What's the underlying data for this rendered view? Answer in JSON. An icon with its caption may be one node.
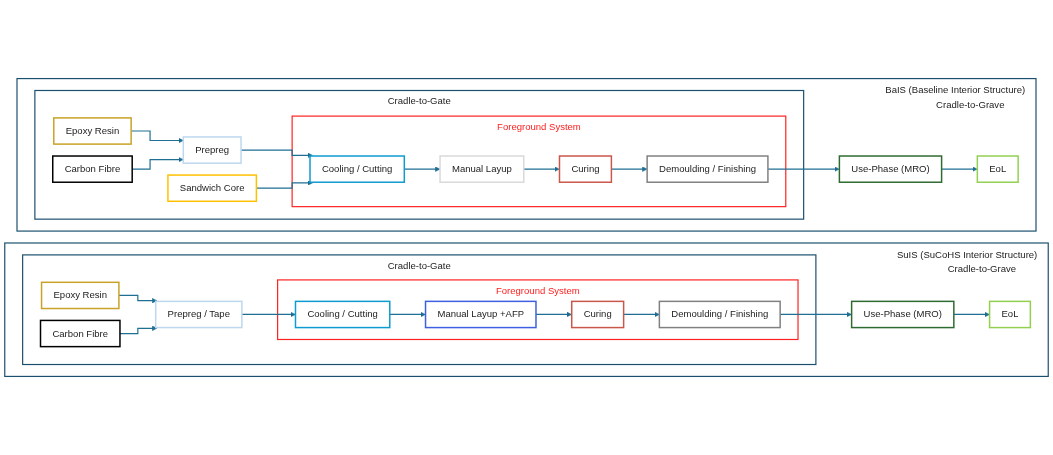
{
  "diagram": {
    "nodes": [
      {
        "text": [
          "BaIS (Baseline Interior Structure)",
          "Cradle-to-Grave"
        ]
      },
      {
        "text": [
          "Cradle-to-Gate"
        ],
        "in": 0
      },
      {
        "text": [
          "Epoxy Resin"
        ],
        "in": 1
      },
      {
        "text": [
          "Carbon Fibre"
        ],
        "in": 1
      },
      {
        "text": [
          "Sandwich Core"
        ],
        "in": 1
      },
      {
        "text": [
          "Prepreg"
        ],
        "in": 1
      },
      {
        "text": [
          "Foreground System"
        ],
        "in": 1
      },
      {
        "text": [
          "Cooling / Cutting"
        ],
        "in": 6
      },
      {
        "text": [
          "Manual Layup"
        ],
        "in": 6
      },
      {
        "text": [
          "Curing"
        ],
        "in": 6
      },
      {
        "text": [
          "Demoulding / Finishing"
        ],
        "in": 6
      },
      {
        "text": [
          "Use-Phase (MRO)"
        ],
        "in": 0
      },
      {
        "text": [
          "EoL"
        ],
        "in": 0
      },
      {
        "text": [
          "SuIS (SuCoHS Interior Structure)",
          "Cradle-to-Grave"
        ]
      },
      {
        "text": [
          "Cradle-to-Gate"
        ],
        "in": 13
      },
      {
        "text": [
          "Epoxy Resin"
        ],
        "in": 14
      },
      {
        "text": [
          "Carbon Fibre"
        ],
        "in": 14
      },
      {
        "text": [
          "Prepreg / Tape"
        ],
        "in": 14
      },
      {
        "text": [
          "Foreground System"
        ],
        "in": 14
      },
      {
        "text": [
          "Cooling / Cutting"
        ],
        "in": 18
      },
      {
        "text": [
          "Manual Layup +AFP"
        ],
        "in": 18
      },
      {
        "text": [
          "Curing"
        ],
        "in": 18
      },
      {
        "text": [
          "Demoulding / Finishing"
        ],
        "in": 18
      },
      {
        "text": [
          "Use-Phase (MRO)"
        ],
        "in": 13
      },
      {
        "text": [
          "EoL"
        ],
        "in": 13
      }
    ],
    "edges": [
      {
        "from": 2,
        "to": 5,
        "arrow": "to"
      },
      {
        "from": 3,
        "to": 5,
        "arrow": "to"
      },
      {
        "from": 5,
        "to": 7,
        "arrow": "to"
      },
      {
        "from": 4,
        "to": 7,
        "arrow": "to"
      },
      {
        "from": 7,
        "to": 8,
        "arrow": "to"
      },
      {
        "from": 8,
        "to": 9,
        "arrow": "to"
      },
      {
        "from": 9,
        "to": 10,
        "arrow": "to"
      },
      {
        "from": 10,
        "to": 11,
        "arrow": "to"
      },
      {
        "from": 11,
        "to": 12,
        "arrow": "to"
      },
      {
        "from": 15,
        "to": 17,
        "arrow": "to"
      },
      {
        "from": 16,
        "to": 17,
        "arrow": "to"
      },
      {
        "from": 17,
        "to": 19,
        "arrow": "to"
      },
      {
        "from": 19,
        "to": 20,
        "arrow": "to"
      },
      {
        "from": 20,
        "to": 21,
        "arrow": "to"
      },
      {
        "from": 21,
        "to": 22,
        "arrow": "to"
      },
      {
        "from": 22,
        "to": 23,
        "arrow": "to"
      },
      {
        "from": 23,
        "to": 24,
        "arrow": "to"
      }
    ]
  }
}
